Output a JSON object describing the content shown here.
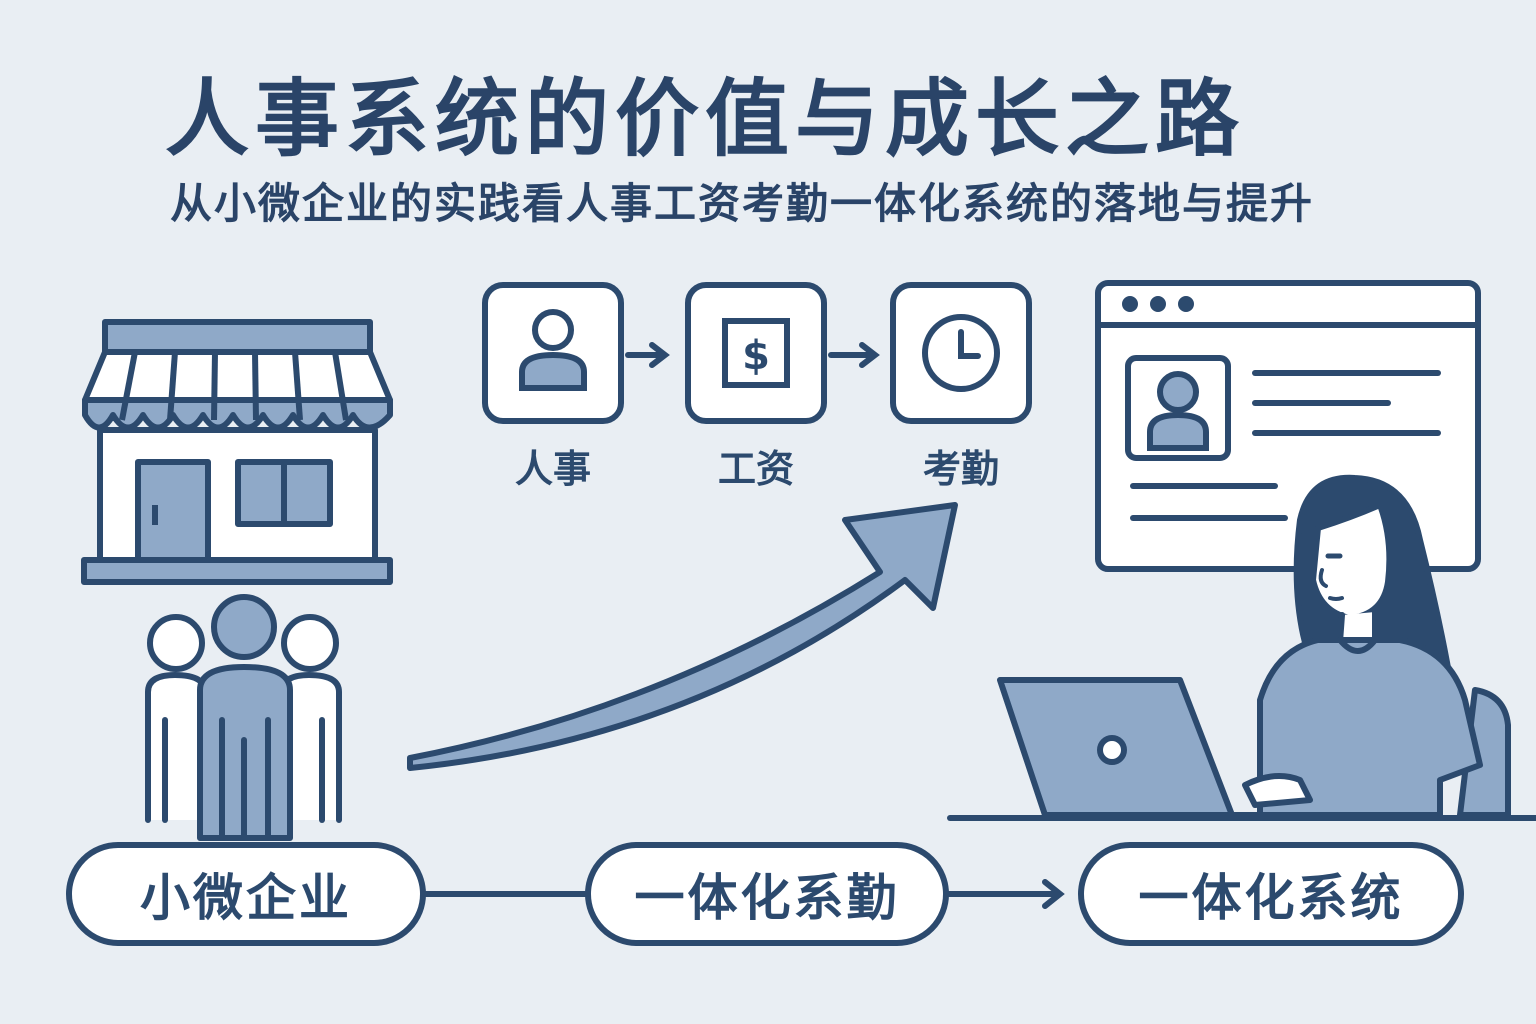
{
  "title": "人事系统的价值与成长之路",
  "subtitle": "从小微企业的实践看人事工资考勤一体化系统的落地与提升",
  "modules": [
    {
      "label": "人事",
      "icon": "user-icon"
    },
    {
      "label": "工资",
      "icon": "dollar-icon"
    },
    {
      "label": "考勤",
      "icon": "clock-icon"
    }
  ],
  "stages": [
    {
      "label": "小微企业"
    },
    {
      "label": "一体化系勤"
    },
    {
      "label": "一体化系统"
    }
  ],
  "colors": {
    "background": "#e9eef3",
    "outline": "#2c4a6e",
    "fill": "#8fa9c8",
    "white": "#ffffff"
  }
}
